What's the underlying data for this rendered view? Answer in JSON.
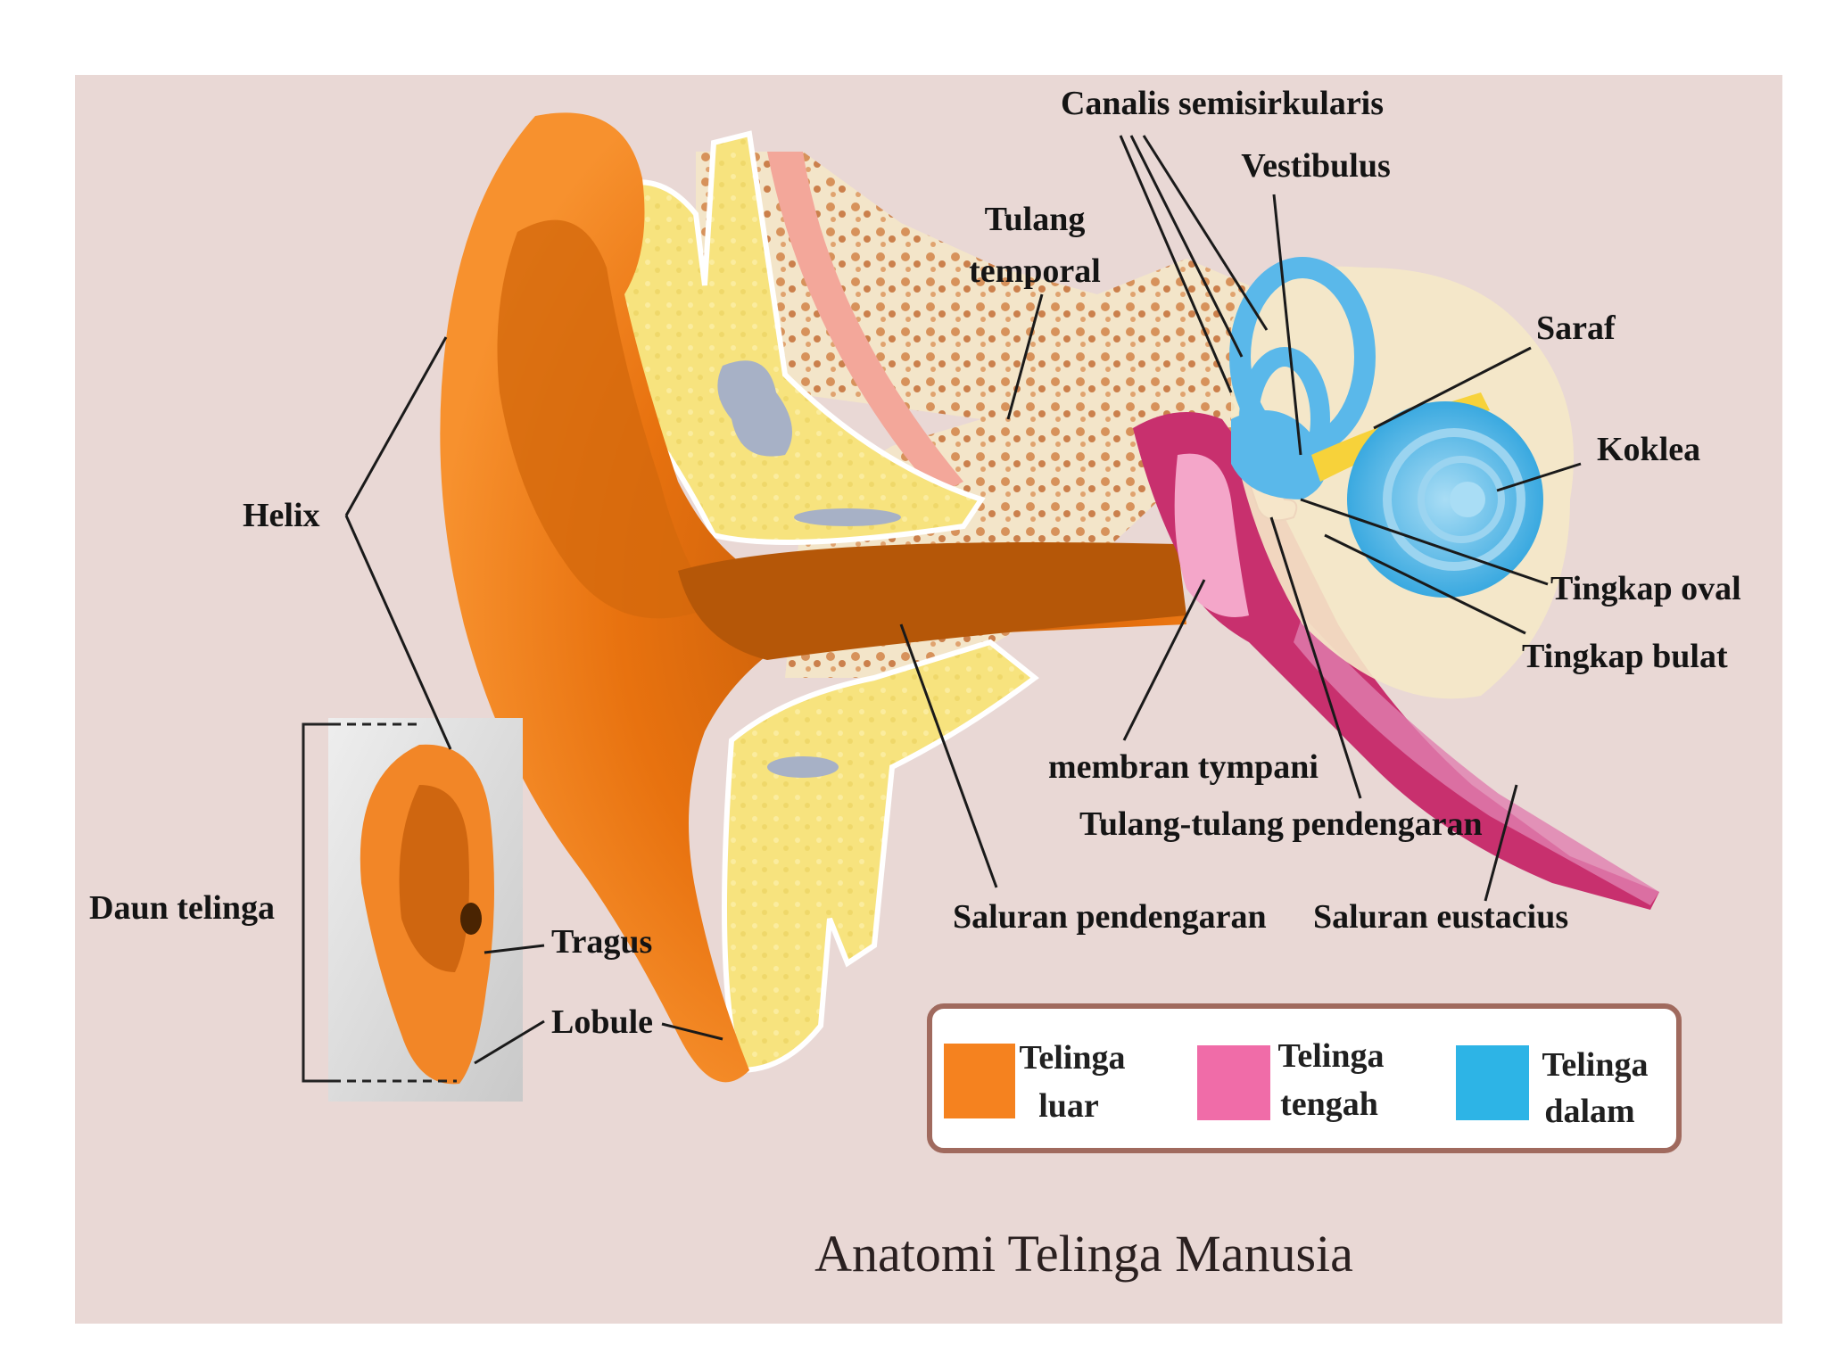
{
  "title": "Anatomi Telinga Manusia",
  "labels": {
    "helix": "Helix",
    "daun_telinga": "Daun telinga",
    "tragus": "Tragus",
    "lobule": "Lobule",
    "canalis": "Canalis semisirkularis",
    "vestibulus": "Vestibulus",
    "tulang_temporal_1": "Tulang",
    "tulang_temporal_2": "temporal",
    "saraf": "Saraf",
    "koklea": "Koklea",
    "tingkap_oval": "Tingkap oval",
    "tingkap_bulat": "Tingkap bulat",
    "membran_tympani": "membran tympani",
    "tulang_pendengaran": "Tulang-tulang pendengaran",
    "saluran_pendengaran": "Saluran pendengaran",
    "saluran_eustacius": "Saluran eustacius"
  },
  "legend": [
    {
      "line1": "Telinga",
      "line2": "luar",
      "color": "#f5821f"
    },
    {
      "line1": "Telinga",
      "line2": "tengah",
      "color": "#f06ca8"
    },
    {
      "line1": "Telinga",
      "line2": "dalam",
      "color": "#2db4e6"
    }
  ],
  "colors": {
    "outer_ear": "#f5821f",
    "middle_ear": "#c8306e",
    "inner_ear": "#5ab8ea",
    "bone": "#f7e07a",
    "temporal_bone": "#e8b98a",
    "background": "#e9d8d5"
  }
}
